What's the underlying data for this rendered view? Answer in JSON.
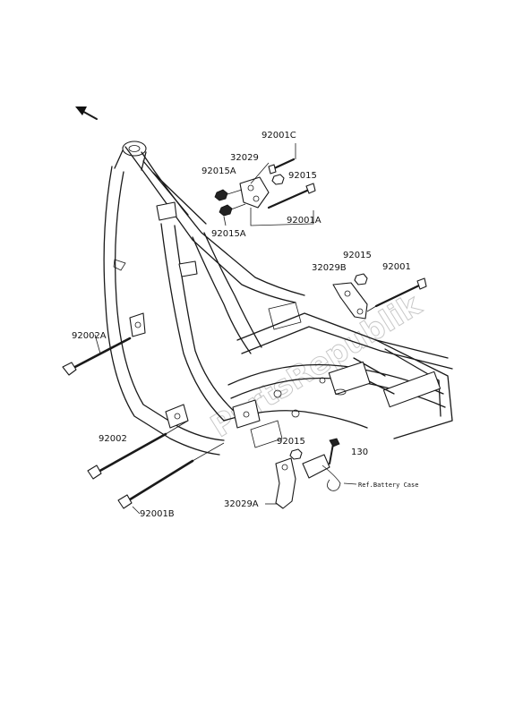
{
  "watermark": "PartsRepublik",
  "labels": {
    "p92001C": "92001C",
    "p32029": "32029",
    "p92015A_top": "92015A",
    "p92015_top": "92015",
    "p92015A_bottom": "92015A",
    "p92001A": "92001A",
    "p92015_mid": "92015",
    "p32029B": "32029B",
    "p92001": "92001",
    "p92002A": "92002A",
    "p92002": "92002",
    "p92001B": "92001B",
    "p92015_low": "92015",
    "p130": "130",
    "p32029A": "32029A",
    "ref_battery": "Ref.Battery Case"
  },
  "icons": {
    "front_arrow": "arrow-up-left-icon"
  }
}
